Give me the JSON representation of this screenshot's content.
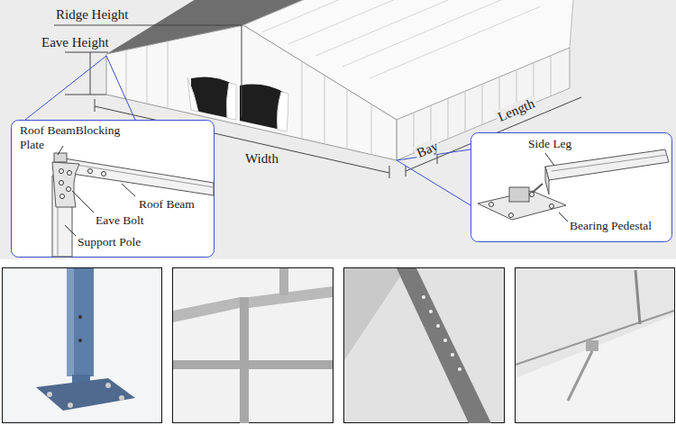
{
  "diagram": {
    "nodes": [
      {
        "text": [
          "Roof BeamBlocking Plate",
          "Roof Beam",
          "Eave Bolt",
          "Support Pole"
        ]
      },
      {
        "text": [
          "Side Leg",
          "Bearing Pedestal"
        ]
      }
    ],
    "labels": [
      "Ridge Height",
      "Eave Height",
      "Width",
      "Length",
      "Bay"
    ]
  }
}
